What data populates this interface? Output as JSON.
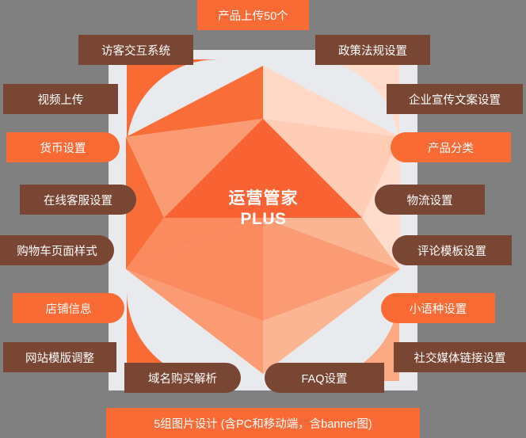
{
  "graphic": {
    "center_title_cn": "运营管家",
    "center_title_en": "PLUS",
    "colors": {
      "background": "#808080",
      "panel": "#e8eaed",
      "accent_orange": "#fa6a35",
      "accent_brown": "#7a4634",
      "facet_light": "#ffdccb",
      "facet_mid": "#fba983",
      "facet_deep": "#fa6a35"
    }
  },
  "labels": {
    "top": {
      "text": "产品上传50个",
      "style": "orange"
    },
    "bottom": {
      "text": "5组图片设计 (含PC和移动端，含banner图)",
      "style": "orange"
    },
    "left": [
      {
        "text": "访客交互系统",
        "style": "brown"
      },
      {
        "text": "视频上传",
        "style": "brown"
      },
      {
        "text": "货币设置",
        "style": "orange"
      },
      {
        "text": "在线客服设置",
        "style": "brown"
      },
      {
        "text": "购物车页面样式",
        "style": "brown"
      },
      {
        "text": "店铺信息",
        "style": "orange"
      },
      {
        "text": "网站模版调整",
        "style": "brown"
      },
      {
        "text": "域名购买解析",
        "style": "brown"
      }
    ],
    "right": [
      {
        "text": "政策法规设置",
        "style": "brown"
      },
      {
        "text": "企业宣传文案设置",
        "style": "brown"
      },
      {
        "text": "产品分类",
        "style": "orange"
      },
      {
        "text": "物流设置",
        "style": "brown"
      },
      {
        "text": "评论模板设置",
        "style": "brown"
      },
      {
        "text": "小语种设置",
        "style": "orange"
      },
      {
        "text": "社交媒体链接设置",
        "style": "brown"
      },
      {
        "text": "FAQ设置",
        "style": "brown"
      }
    ]
  }
}
